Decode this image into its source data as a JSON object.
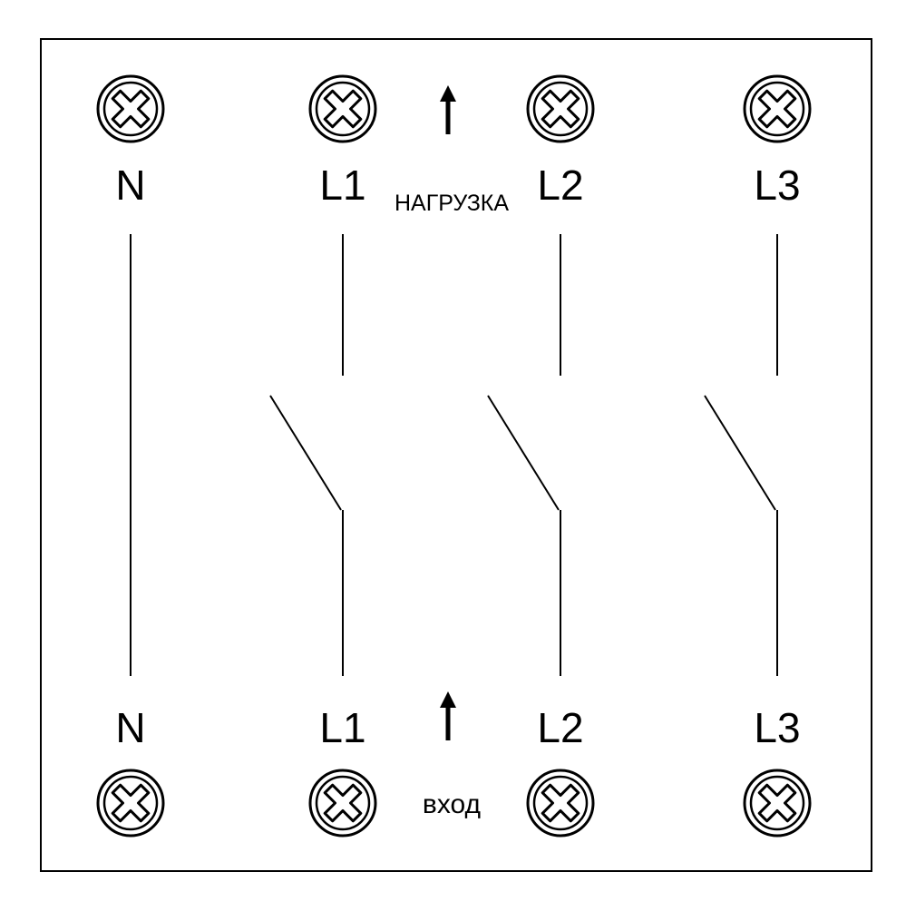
{
  "top_terminals": [
    {
      "label": "N"
    },
    {
      "label": "L1"
    },
    {
      "label": "L2"
    },
    {
      "label": "L3"
    }
  ],
  "bottom_terminals": [
    {
      "label": "N"
    },
    {
      "label": "L1"
    },
    {
      "label": "L2"
    },
    {
      "label": "L3"
    }
  ],
  "top_caption": "НАГРУЗКА",
  "bottom_caption": "вход",
  "colors": {
    "stroke": "#000000",
    "background": "#ffffff",
    "screw_fill": "#ffffff"
  },
  "icons": [
    "screw-terminal-icon",
    "arrow-up-icon"
  ]
}
